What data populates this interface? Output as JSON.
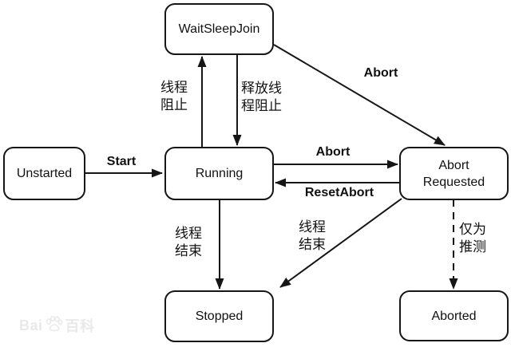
{
  "diagram": {
    "states": {
      "waitsleepjoin": "WaitSleepJoin",
      "unstarted": "Unstarted",
      "running": "Running",
      "abort_requested": "Abort\nRequested",
      "stopped": "Stopped",
      "aborted": "Aborted"
    },
    "transitions": {
      "start": "Start",
      "thread_block": "线程\n阻止",
      "release_thread_block": "释放线\n程阻止",
      "abort_from_waitsleepjoin": "Abort",
      "abort_from_running": "Abort",
      "reset_abort": "ResetAbort",
      "thread_end_from_running": "线程\n结束",
      "thread_end_from_abort_requested": "线程\n结束",
      "speculation_only": "仅为\n推测"
    }
  },
  "watermark": {
    "prefix": "Bai",
    "suffix": "百科"
  },
  "colors": {
    "line": "#161616",
    "background": "#ffffff",
    "watermark": "#e9e9e9"
  }
}
